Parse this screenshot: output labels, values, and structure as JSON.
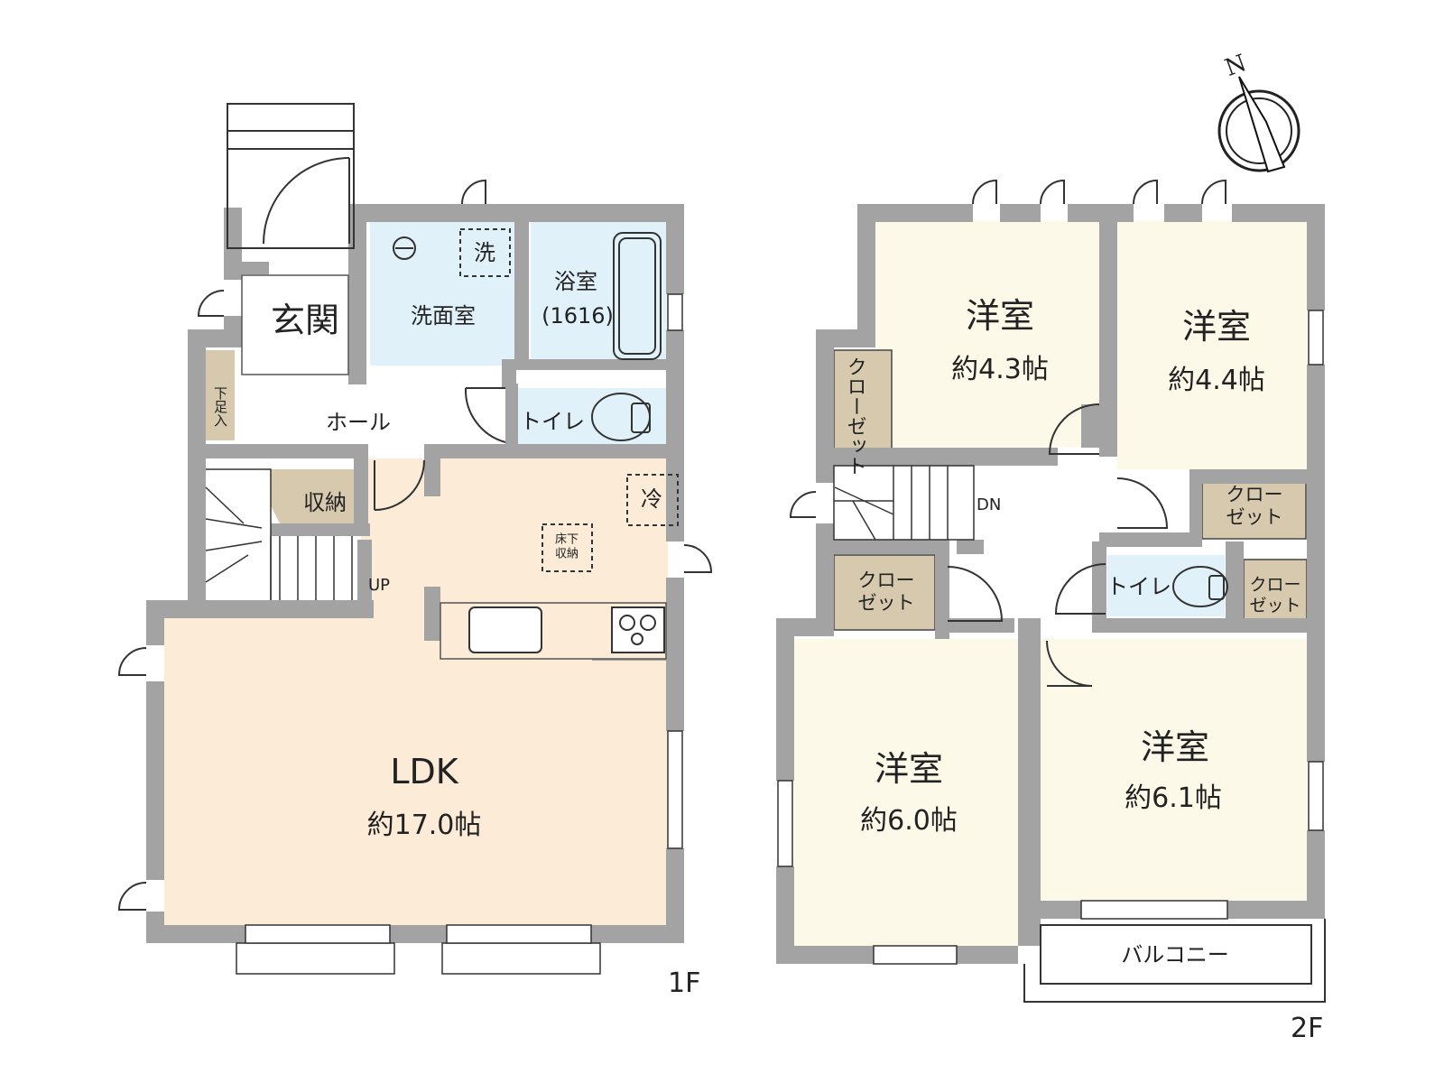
{
  "floor1": {
    "label": "1F",
    "genkan": "玄関",
    "senmenjo": "洗面室",
    "sentaku": "洗",
    "yokushitsu": "浴室",
    "yokushitsu_size": "(1616)",
    "toilet": "トイレ",
    "hall": "ホール",
    "getabako": "下足入",
    "shuno": "収納",
    "up": "UP",
    "reizoko": "冷",
    "yukashita": "床下収納",
    "ldk": "LDK",
    "ldk_size": "約17.0帖"
  },
  "floor2": {
    "label": "2F",
    "room_a": "洋室",
    "room_a_size": "約4.3帖",
    "room_b": "洋室",
    "room_b_size": "約4.4帖",
    "room_c": "洋室",
    "room_c_size": "約6.0帖",
    "room_d": "洋室",
    "room_d_size": "約6.1帖",
    "closet_vertical": "クローゼット",
    "closet_b": "クローゼット",
    "closet_c": "クローゼット",
    "closet_d": "クローゼット",
    "toilet": "トイレ",
    "dn": "DN",
    "balcony": "バルコニー"
  },
  "compass": {
    "label": "N"
  },
  "colors": {
    "wall": "#a3a3a3",
    "ldk": "#fbebd7",
    "wet": "#e1f1fa",
    "room": "#fdf9e9",
    "storage": "#d6c9ae"
  }
}
